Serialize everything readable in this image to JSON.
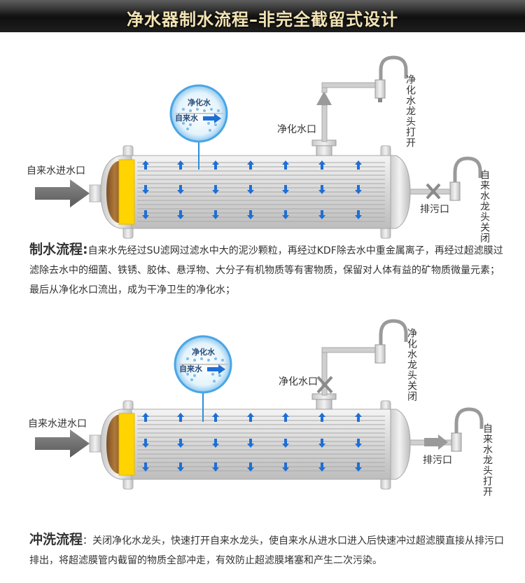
{
  "title": "净水器制水流程–非完全截留式设计",
  "colors": {
    "banner_text": "#f3e4b4",
    "flow_arrow": "#1e6fd6",
    "cartridge_brown": "#9b6a33",
    "cartridge_yellow": "#ffd400"
  },
  "diagram1": {
    "inlet_label": "自来水进水口",
    "purified_outlet_label": "净化水口",
    "purified_tap_label": "净化水龙头打开",
    "drain_label": "排污口",
    "tap_water_tap_label": "自来水龙头关闭",
    "bubble_top": "净化水",
    "bubble_bottom": "自来水"
  },
  "paragraph1": {
    "heading": "制水流程:",
    "body": "自来水先经过SU滤网过滤水中大的泥沙颗粒，再经过KDF除去水中重金属离子，再经过超滤膜过滤除去水中的细菌、铁锈、胶体、悬浮物、大分子有机物质等有害物质，保留对人体有益的矿物质微量元素；最后从净化水口流出，成为干净卫生的净化水；"
  },
  "diagram2": {
    "inlet_label": "自来水进水口",
    "purified_outlet_label": "净化水口",
    "purified_tap_label": "净化水龙头关闭",
    "drain_label": "排污口",
    "tap_water_tap_label": "自来水龙头打开",
    "bubble_top": "净化水",
    "bubble_bottom": "自来水"
  },
  "paragraph2": {
    "heading": "冲洗流程",
    "body": "：关闭净化水龙头，快速打开自来水龙头，使自来水从进水口进入后快速冲过超滤膜直接从排污口排出，将超滤膜管内截留的物质全部冲走，有效防止超滤膜堵塞和产生二次污染。"
  }
}
